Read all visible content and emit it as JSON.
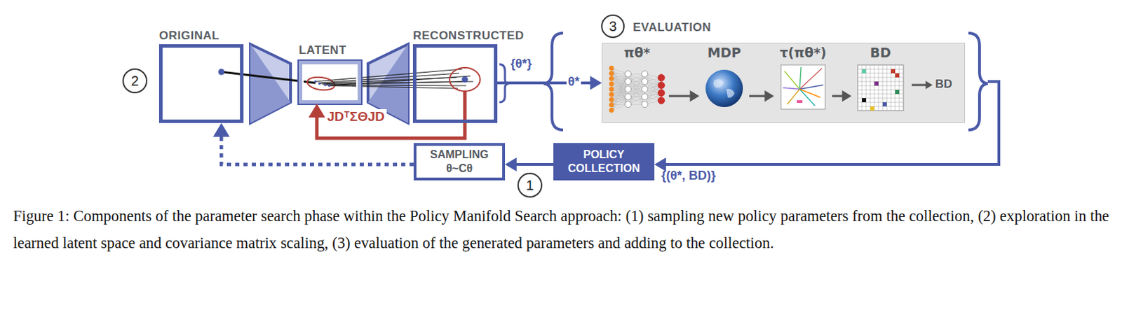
{
  "diagram": {
    "caption": "Figure 1: Components of the parameter search phase within the Policy Manifold Search approach: (1) sampling new policy parameters from the collection, (2) exploration in the learned latent space and covariance matrix scaling, (3) evaluation of the generated parameters and adding to the collection.",
    "nodes": [
      {
        "text": [
          "ORIGINAL"
        ]
      },
      {
        "text": [
          "LATENT"
        ]
      },
      {
        "text": [
          "RECONSTRUCTED"
        ]
      },
      {
        "text": [
          "EVALUATION"
        ]
      },
      {
        "text": [
          "πθ*"
        ],
        "in": 3
      },
      {
        "text": [
          "MDP"
        ],
        "in": 3
      },
      {
        "text": [
          "τ(πθ*)"
        ],
        "in": 3
      },
      {
        "text": [
          "BD"
        ],
        "in": 3
      },
      {
        "text": [
          "POLICY COLLECTION"
        ]
      },
      {
        "text": [
          "SAMPLING",
          "θ~Cθ"
        ]
      }
    ],
    "edges": [
      {
        "from": 2,
        "to": 3,
        "label": "θ*",
        "arrow": "to"
      },
      {
        "from": 4,
        "to": 5,
        "arrow": "to"
      },
      {
        "from": 5,
        "to": 6,
        "arrow": "to"
      },
      {
        "from": 6,
        "to": 7,
        "arrow": "to"
      },
      {
        "from": 3,
        "to": 8,
        "label": "{(θ*, BD)}",
        "arrow": "to"
      },
      {
        "from": 8,
        "to": 9,
        "arrow": "to"
      },
      {
        "from": 9,
        "to": 0,
        "arrow": "to"
      },
      {
        "from": 2,
        "to": 1,
        "label": "JDᵀΣΘJD",
        "arrow": "to"
      }
    ],
    "labels": [
      "2",
      "{θ*}",
      "3",
      "BD",
      "1"
    ]
  }
}
